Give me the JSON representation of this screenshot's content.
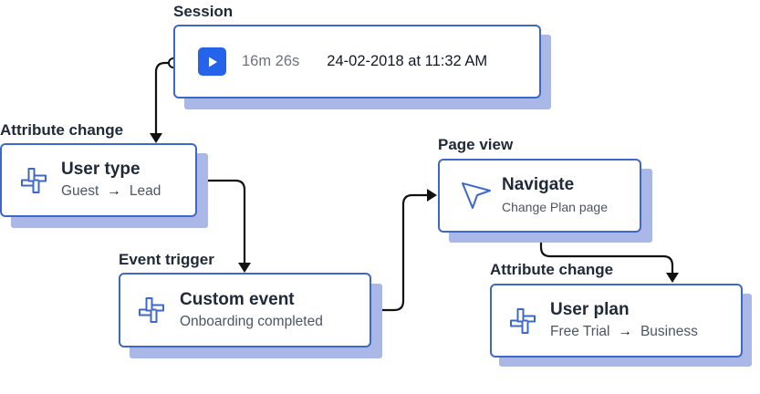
{
  "session": {
    "label": "Session",
    "duration": "16m 26s",
    "datetime": "24-02-2018 at 11:32 AM",
    "play_icon": "play-icon"
  },
  "nodes": {
    "user_type": {
      "section_label": "Attribute change",
      "title": "User type",
      "from": "Guest",
      "arrow": "→",
      "to": "Lead",
      "icon": "attribute-change-icon"
    },
    "custom_event": {
      "section_label": "Event trigger",
      "title": "Custom event",
      "subtitle": "Onboarding completed",
      "icon": "event-trigger-icon"
    },
    "navigate": {
      "section_label": "Page view",
      "title": "Navigate",
      "subtitle": "Change Plan page",
      "icon": "cursor-pointer-icon"
    },
    "user_plan": {
      "section_label": "Attribute change",
      "title": "User plan",
      "from": "Free Trial",
      "arrow": "→",
      "to": "Business",
      "icon": "attribute-change-icon"
    }
  },
  "colors": {
    "border": "#3d68c9",
    "shadow": "#a9b8e6",
    "accent": "#2563eb",
    "connector": "#111111"
  }
}
